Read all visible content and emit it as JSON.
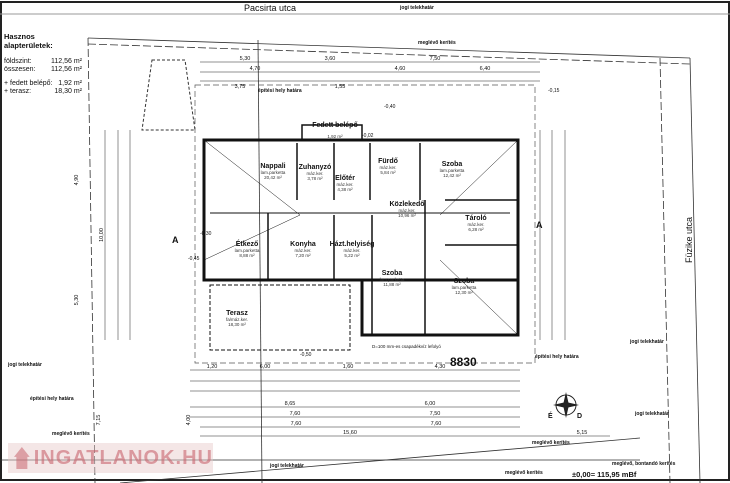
{
  "streets": {
    "top": "Pacsirta utca",
    "right": "Füzike utca"
  },
  "areas": {
    "title": "Hasznos alapterületek:",
    "rows": [
      {
        "label": "földszint:",
        "value": "112,56 m²"
      },
      {
        "label": "összesen:",
        "value": "112,56 m²"
      },
      {
        "label": "+ fedett belépő:",
        "value": "1,92 m²"
      },
      {
        "label": "+ terasz:",
        "value": "18,30 m²"
      }
    ]
  },
  "rooms": [
    {
      "name": "Nappali",
      "floor": "lam.parketta",
      "area": "20,42 m²"
    },
    {
      "name": "Zuhanyzó",
      "floor": "máz.ker.",
      "area": "3,78 m²"
    },
    {
      "name": "Előtér",
      "floor": "máz.ker.",
      "area": "4,38 m²"
    },
    {
      "name": "Fürdő",
      "floor": "máz.ker.",
      "area": "5,84 m²"
    },
    {
      "name": "Szoba",
      "floor": "lam.parketta",
      "area": "12,42 m²"
    },
    {
      "name": "Közlekedő",
      "floor": "máz.ker.",
      "area": "10,96 m²"
    },
    {
      "name": "Tároló",
      "floor": "máz.ker.",
      "area": "6,28 m²"
    },
    {
      "name": "Étkező",
      "floor": "lam.parketta",
      "area": "8,88 m²"
    },
    {
      "name": "Konyha",
      "floor": "máz.ker.",
      "area": "7,20 m²"
    },
    {
      "name": "Házt.helyiség",
      "floor": "máz.ker.",
      "area": "5,22 m²"
    },
    {
      "name": "Szoba",
      "floor": "lam.parketta",
      "area": "11,88 m²"
    },
    {
      "name": "Szoba",
      "floor": "lam.parketta",
      "area": "12,30 m²"
    },
    {
      "name": "Terasz",
      "floor": "fa/máz.ker.",
      "area": "18,30 m²"
    },
    {
      "name": "Fedett belépő",
      "floor": "",
      "area": "1,92 m²"
    }
  ],
  "labels": {
    "legal_boundary": "jogi telekhatár",
    "existing_fence": "meglévő kerítés",
    "building_limit": "építési hely határa",
    "demolish_fence": "meglévő, bontandó kerítés",
    "section": "A",
    "lot_number": "8830",
    "elevation": "±0,00= 115,95 mBf",
    "gutter": "D=100 mm-es csapadékvíz lefolyó",
    "levels": [
      "-0,15",
      "-0,40",
      "-0,02",
      "-0,30",
      "-0,45",
      "-0,50",
      "±0,00"
    ]
  },
  "dims_top": [
    "5,30",
    "3,60",
    "7,50",
    "4,70",
    "4,60",
    "6,40",
    "3,75",
    "1,55"
  ],
  "dims_bottom": [
    "1,20",
    "6,00",
    "1,60",
    "4,30",
    "8,65",
    "6,00",
    "7,60",
    "7,50",
    "7,60",
    "7,60",
    "15,60",
    "5,15"
  ],
  "dims_left": [
    "10,00",
    "5,30",
    "4,90",
    "7,15",
    "4,00"
  ],
  "compass": {
    "n": "É",
    "s": "D"
  },
  "watermark": "INGATLANOK.HU"
}
